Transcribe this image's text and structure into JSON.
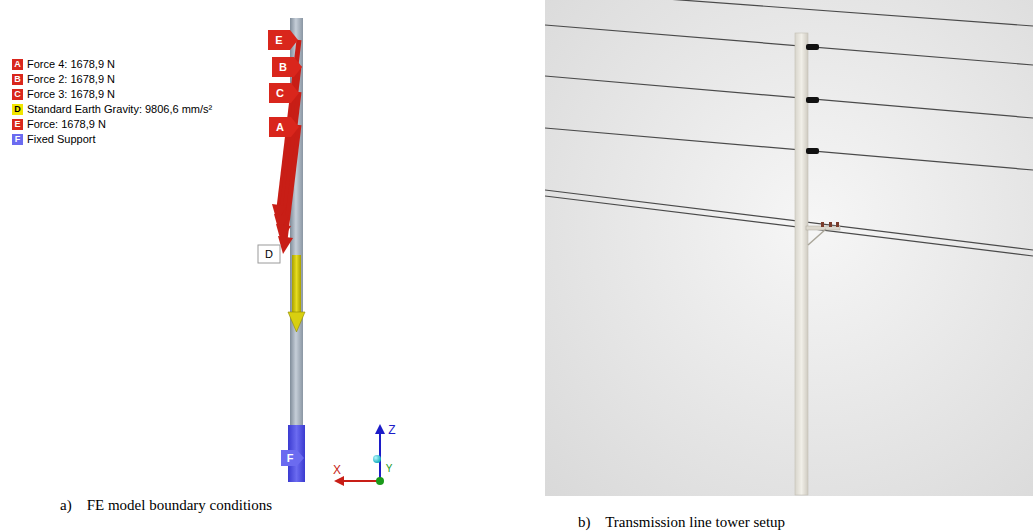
{
  "diagram": {
    "labels": [
      "A",
      "B",
      "C",
      "D",
      "E",
      "F",
      "E",
      "B",
      "C",
      "A",
      "D",
      "F",
      "Z",
      "X",
      "Y",
      "a)    FE model boundary conditions",
      "b)    Transmission line tower setup"
    ],
    "legend": [
      {
        "text": "Force 4: 1678,9 N",
        "color": "#d9261c"
      },
      {
        "text": "Force 2: 1678,9 N",
        "color": "#d9261c"
      },
      {
        "text": "Force 3: 1678,9 N",
        "color": "#d9261c"
      },
      {
        "text": "Standard Earth Gravity: 9806,6 mm/s²",
        "color": "#f2e600"
      },
      {
        "text": "Force: 1678,9 N",
        "color": "#d9261c"
      },
      {
        "text": "Fixed Support",
        "color": "#6b6bf0"
      }
    ]
  }
}
